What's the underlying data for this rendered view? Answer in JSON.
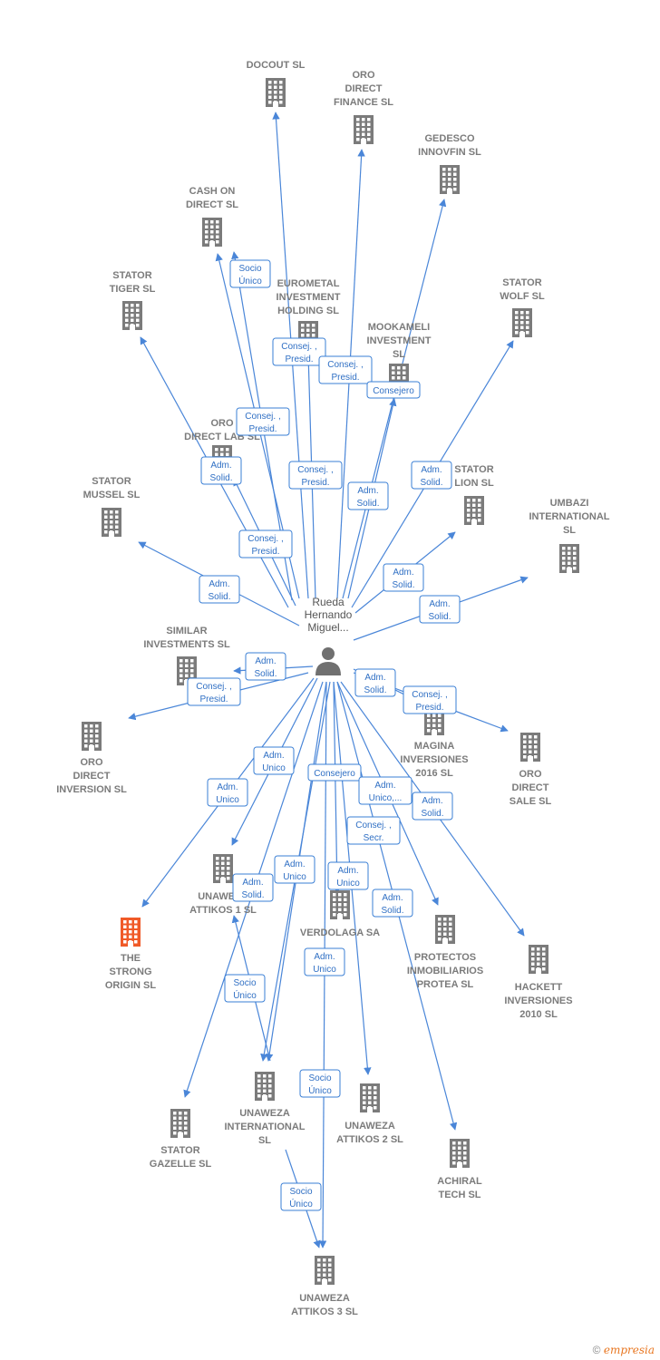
{
  "colors": {
    "edge": "#4a86d8",
    "building": "#7b7b7b",
    "highlight": "#f05a28",
    "person": "#707070"
  },
  "center": {
    "name_lines": [
      "Rueda",
      "Hernando",
      "Miguel..."
    ]
  },
  "companies": [
    {
      "id": "docout",
      "lines": [
        "DOCOUT SL"
      ]
    },
    {
      "id": "oro_finance",
      "lines": [
        "ORO",
        "DIRECT",
        "FINANCE SL"
      ]
    },
    {
      "id": "gedesco",
      "lines": [
        "GEDESCO",
        "INNOVFIN SL"
      ]
    },
    {
      "id": "cash_on",
      "lines": [
        "CASH ON",
        "DIRECT SL"
      ]
    },
    {
      "id": "stator_tiger",
      "lines": [
        "STATOR",
        "TIGER SL"
      ]
    },
    {
      "id": "eurometal",
      "lines": [
        "EUROMETAL",
        "INVESTMENT",
        "HOLDING SL"
      ]
    },
    {
      "id": "mookameli",
      "lines": [
        "MOOKAMELI",
        "INVESTMENT",
        "SL"
      ]
    },
    {
      "id": "stator_wolf",
      "lines": [
        "STATOR",
        "WOLF SL"
      ]
    },
    {
      "id": "oro_lab",
      "lines": [
        "ORO",
        "DIRECT LAB SL"
      ]
    },
    {
      "id": "stator_mussel",
      "lines": [
        "STATOR",
        "MUSSEL SL"
      ]
    },
    {
      "id": "stator_lion",
      "lines": [
        "STATOR",
        "LION SL"
      ]
    },
    {
      "id": "umbazi",
      "lines": [
        "UMBAZI",
        "INTERNATIONAL",
        "SL"
      ]
    },
    {
      "id": "similar",
      "lines": [
        "SIMILAR",
        "INVESTMENTS SL"
      ]
    },
    {
      "id": "oro_inversion",
      "lines": [
        "ORO",
        "DIRECT",
        "INVERSION SL"
      ]
    },
    {
      "id": "magina",
      "lines": [
        "MAGINA",
        "INVERSIONES",
        "2016 SL"
      ]
    },
    {
      "id": "oro_sale",
      "lines": [
        "ORO",
        "DIRECT",
        "SALE SL"
      ]
    },
    {
      "id": "strong",
      "lines": [
        "THE",
        "STRONG",
        "ORIGIN SL"
      ],
      "highlight": true
    },
    {
      "id": "attikos1",
      "lines": [
        "UNAWEZA",
        "ATTIKOS 1 SL"
      ]
    },
    {
      "id": "verdolaga",
      "lines": [
        "VERDOLAGA SA"
      ]
    },
    {
      "id": "protea",
      "lines": [
        "PROTECTOS",
        "INMOBILIARIOS",
        "PROTEA SL"
      ]
    },
    {
      "id": "hackett",
      "lines": [
        "HACKETT",
        "INVERSIONES",
        "2010 SL"
      ]
    },
    {
      "id": "gazelle",
      "lines": [
        "STATOR",
        "GAZELLE SL"
      ]
    },
    {
      "id": "unaweza_int",
      "lines": [
        "UNAWEZA",
        "INTERNATIONAL",
        "SL"
      ]
    },
    {
      "id": "attikos2",
      "lines": [
        "UNAWEZA",
        "ATTIKOS 2 SL"
      ]
    },
    {
      "id": "achiral",
      "lines": [
        "ACHIRAL",
        "TECH SL"
      ]
    },
    {
      "id": "attikos3",
      "lines": [
        "UNAWEZA",
        "ATTIKOS 3 SL"
      ]
    }
  ],
  "edge_labels": [
    {
      "id": "cash_on",
      "lines": [
        "Socio",
        "Único"
      ]
    },
    {
      "id": "eurometal",
      "lines": [
        "Consej. ,",
        "Presid."
      ]
    },
    {
      "id": "oro_finance",
      "lines": [
        "Consej. ,",
        "Presid."
      ]
    },
    {
      "id": "mookameli",
      "lines": [
        "Consejero"
      ]
    },
    {
      "id": "oro_lab",
      "lines": [
        "Consej. ,",
        "Presid."
      ]
    },
    {
      "id": "stator_tiger",
      "lines": [
        "Adm.",
        "Solid."
      ]
    },
    {
      "id": "docout",
      "lines": [
        "Consej. ,",
        "Presid."
      ]
    },
    {
      "id": "gedesco",
      "lines": [
        "Adm.",
        "Solid."
      ]
    },
    {
      "id": "stator_wolf",
      "lines": [
        "Adm.",
        "Solid."
      ]
    },
    {
      "id": "oro_lab2",
      "lines": [
        "Consej. ,",
        "Presid."
      ]
    },
    {
      "id": "stator_mussel",
      "lines": [
        "Adm.",
        "Solid."
      ]
    },
    {
      "id": "stator_lion",
      "lines": [
        "Adm.",
        "Solid."
      ]
    },
    {
      "id": "umbazi",
      "lines": [
        "Adm.",
        "Solid."
      ]
    },
    {
      "id": "similar",
      "lines": [
        "Adm.",
        "Solid."
      ]
    },
    {
      "id": "oro_inversion",
      "lines": [
        "Consej. ,",
        "Presid."
      ]
    },
    {
      "id": "magina",
      "lines": [
        "Adm.",
        "Solid."
      ]
    },
    {
      "id": "oro_sale",
      "lines": [
        "Consej. ,",
        "Presid."
      ]
    },
    {
      "id": "attikos1",
      "lines": [
        "Adm.",
        "Unico"
      ]
    },
    {
      "id": "strong",
      "lines": [
        "Adm.",
        "Unico"
      ]
    },
    {
      "id": "verdolaga",
      "lines": [
        "Consejero"
      ]
    },
    {
      "id": "protea",
      "lines": [
        "Adm.",
        "Unico,..."
      ]
    },
    {
      "id": "hackett",
      "lines": [
        "Adm.",
        "Solid."
      ]
    },
    {
      "id": "verdolaga2",
      "lines": [
        "Consej. ,",
        "Secr."
      ]
    },
    {
      "id": "gazelle",
      "lines": [
        "Adm.",
        "Solid."
      ]
    },
    {
      "id": "unaweza_int",
      "lines": [
        "Adm.",
        "Unico"
      ]
    },
    {
      "id": "attikos2",
      "lines": [
        "Adm.",
        "Unico"
      ]
    },
    {
      "id": "achiral",
      "lines": [
        "Adm.",
        "Solid."
      ]
    },
    {
      "id": "attikos1b",
      "lines": [
        "Socio",
        "Único"
      ]
    },
    {
      "id": "attikos3",
      "lines": [
        "Adm.",
        "Unico"
      ]
    },
    {
      "id": "attikos3b",
      "lines": [
        "Socio",
        "Único"
      ]
    },
    {
      "id": "attikos3c",
      "lines": [
        "Socio",
        "Único"
      ]
    }
  ],
  "footer": {
    "copyright": "©",
    "brand": "empresia"
  }
}
